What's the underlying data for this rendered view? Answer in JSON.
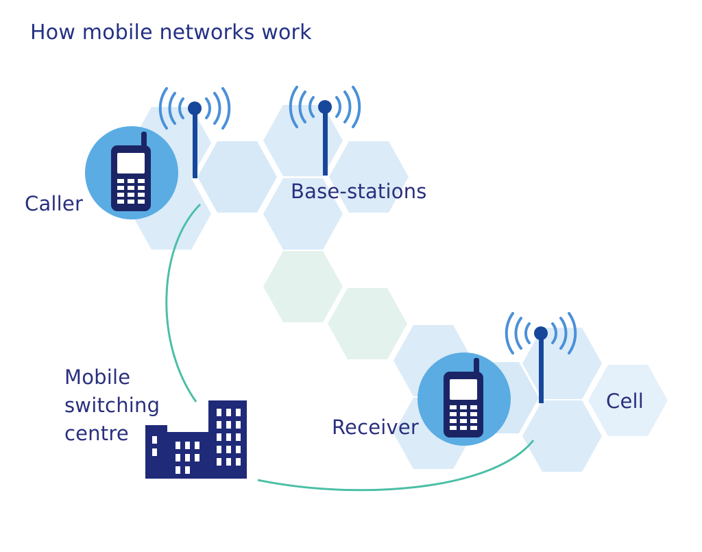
{
  "title": "How mobile networks work",
  "labels": {
    "caller": "Caller",
    "base_stations": "Base-stations",
    "receiver": "Receiver",
    "cell": "Cell",
    "msc_line1": "Mobile",
    "msc_line2": "switching",
    "msc_line3": "centre"
  },
  "colors": {
    "text": "#2a2f7d",
    "hex_blue": "#dbebf8",
    "hex_green": "#e3f2ec",
    "phone_circle": "#5aace3",
    "mast": "#17479a",
    "building": "#1f2a79",
    "link": "#4bbfa5"
  },
  "icons": [
    "mobile-phone-icon",
    "antenna-mast-icon",
    "radio-waves-icon",
    "building-icon"
  ]
}
